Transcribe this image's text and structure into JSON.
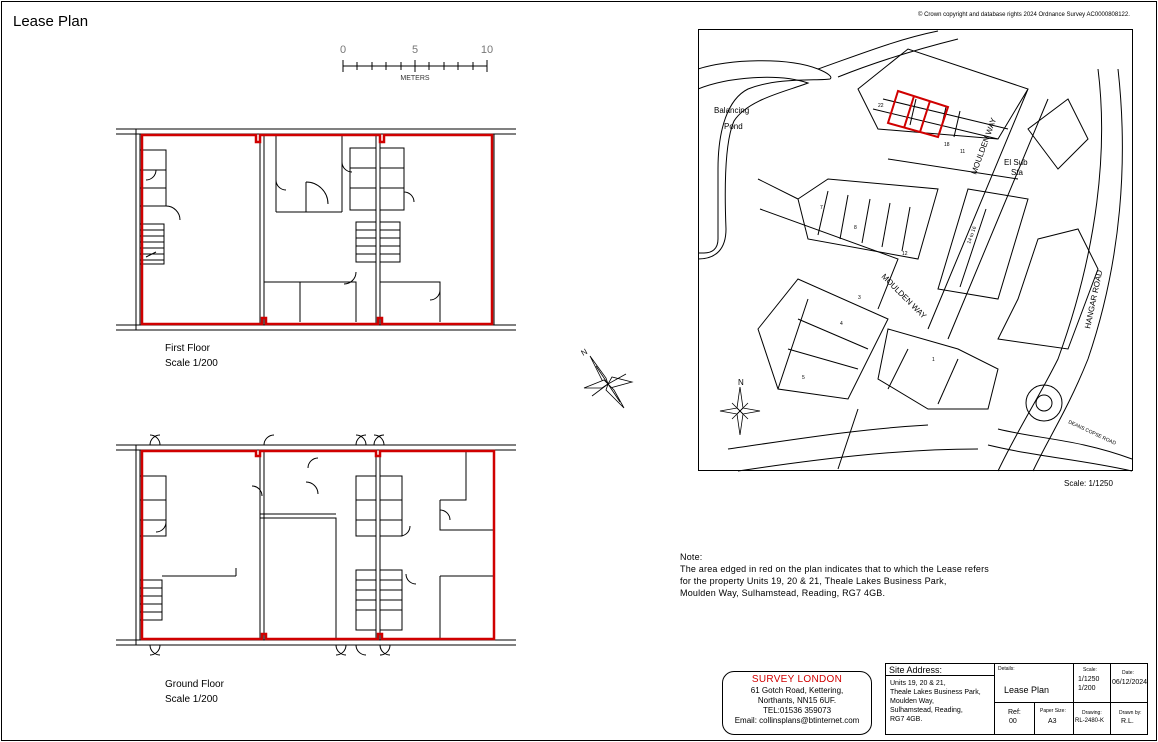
{
  "title": "Lease Plan",
  "copyright": "© Crown copyright and database rights 2024 Ordnance Survey AC0000808122.",
  "scalebar": {
    "ticks": [
      "0",
      "5",
      "10"
    ],
    "unit": "METERS"
  },
  "floors": [
    {
      "name": "First Floor",
      "scale": "Scale 1/200"
    },
    {
      "name": "Ground Floor",
      "scale": "Scale 1/200"
    }
  ],
  "map": {
    "labels": {
      "balancing": "Balancing",
      "pond": "Pond",
      "moulden_way_1": "MOULDEN WAY",
      "moulden_way_2": "MOULDEN WAY",
      "el_sub": "El Sub",
      "sta": "Sta",
      "hangar_road": "HANGAR ROAD",
      "deans_copse_road": "DEANS COPSE ROAD",
      "u22": "22",
      "u18": "18",
      "u11": "11",
      "u14to16": "14 to 16",
      "u7": "7",
      "u8": "8",
      "u12": "12",
      "u3": "3",
      "u4": "4",
      "u5": "5",
      "u1": "1"
    },
    "north": "N",
    "scale": "Scale: 1/1250"
  },
  "north_small": "N",
  "note": {
    "heading": "Note:",
    "lines": [
      "The area edged in red on the plan indicates that to which the Lease refers",
      "for the property Units 19, 20 & 21, Theale Lakes Business Park,",
      "Moulden Way, Sulhamstead, Reading, RG7 4GB."
    ]
  },
  "company": {
    "name": "SURVEY LONDON",
    "lines": [
      "61 Gotch Road, Kettering,",
      "Northants, NN15 6UF.",
      "TEL:01536 359073",
      "Email: collinsplans@btinternet.com"
    ]
  },
  "titleblock": {
    "site_address_label": "Site Address:",
    "site_address_lines": [
      "Units 19, 20 & 21,",
      "Theale Lakes Business Park,",
      "Moulden Way,",
      "Sulhamstead, Reading,",
      "RG7 4GB."
    ],
    "details_label": "Details:",
    "details_value": "Lease Plan",
    "scale_label": "Scale:",
    "scale_values": [
      "1/1250",
      "1/200"
    ],
    "date_label": "Date:",
    "date_value": "06/12/2024",
    "ref_label": "Ref:",
    "ref_value": "00",
    "paper_label": "Paper Size:",
    "paper_value": "A3",
    "drawing_label": "Drawing:",
    "drawing_value": "RL-2480-K",
    "drawn_label": "Drawn by:",
    "drawn_value": "R.L."
  }
}
